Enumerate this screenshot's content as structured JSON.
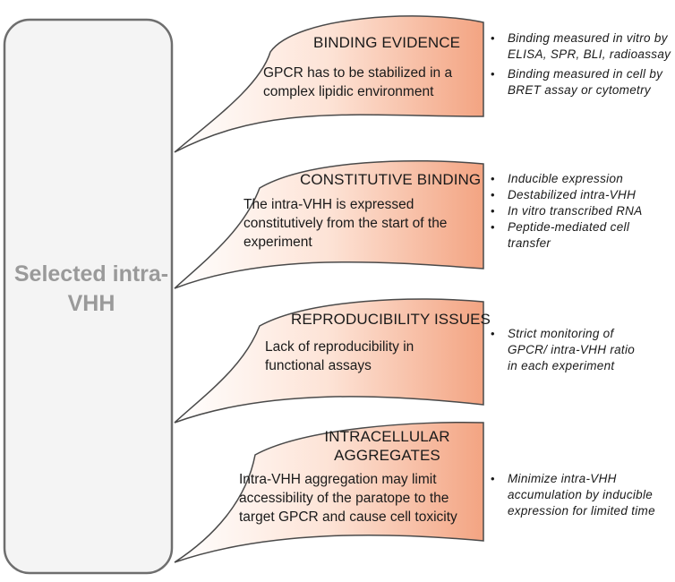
{
  "main_box": {
    "label": "Selected intra-VHH"
  },
  "challenges": [
    {
      "heading": "BINDING EVIDENCE",
      "description": "GPCR has to be stabilized in a complex lipidic environment",
      "solutions": [
        "Binding measured in vitro by ELISA, SPR, BLI, radioassay",
        "Binding measured in cell by BRET assay or cytometry"
      ]
    },
    {
      "heading": "CONSTITUTIVE BINDING",
      "description": "The intra-VHH is expressed constitutively from the start of the experiment",
      "solutions": [
        "Inducible expression",
        "Destabilized intra-VHH",
        "In vitro transcribed RNA",
        "Peptide-mediated cell transfer"
      ]
    },
    {
      "heading": "REPRODUCIBILITY ISSUES",
      "description": "Lack of reproducibility in functional assays",
      "solutions": [
        "Strict monitoring of GPCR/ intra-VHH ratio in each experiment"
      ]
    },
    {
      "heading": "INTRACELLULAR AGGREGATES",
      "description": "Intra-VHH aggregation may limit accessibility of the paratope to the target GPCR and cause cell toxicity",
      "solutions": [
        "Minimize intra-VHH accumulation by inducible expression for limited time"
      ]
    }
  ],
  "colors": {
    "box_fill": "#f4f4f4",
    "box_stroke": "#6e6e6e",
    "label_color": "#9a9a9a",
    "gradient_light": "#ffffff",
    "gradient_dark": "#f3a482",
    "callout_stroke": "#4a4a4a"
  }
}
